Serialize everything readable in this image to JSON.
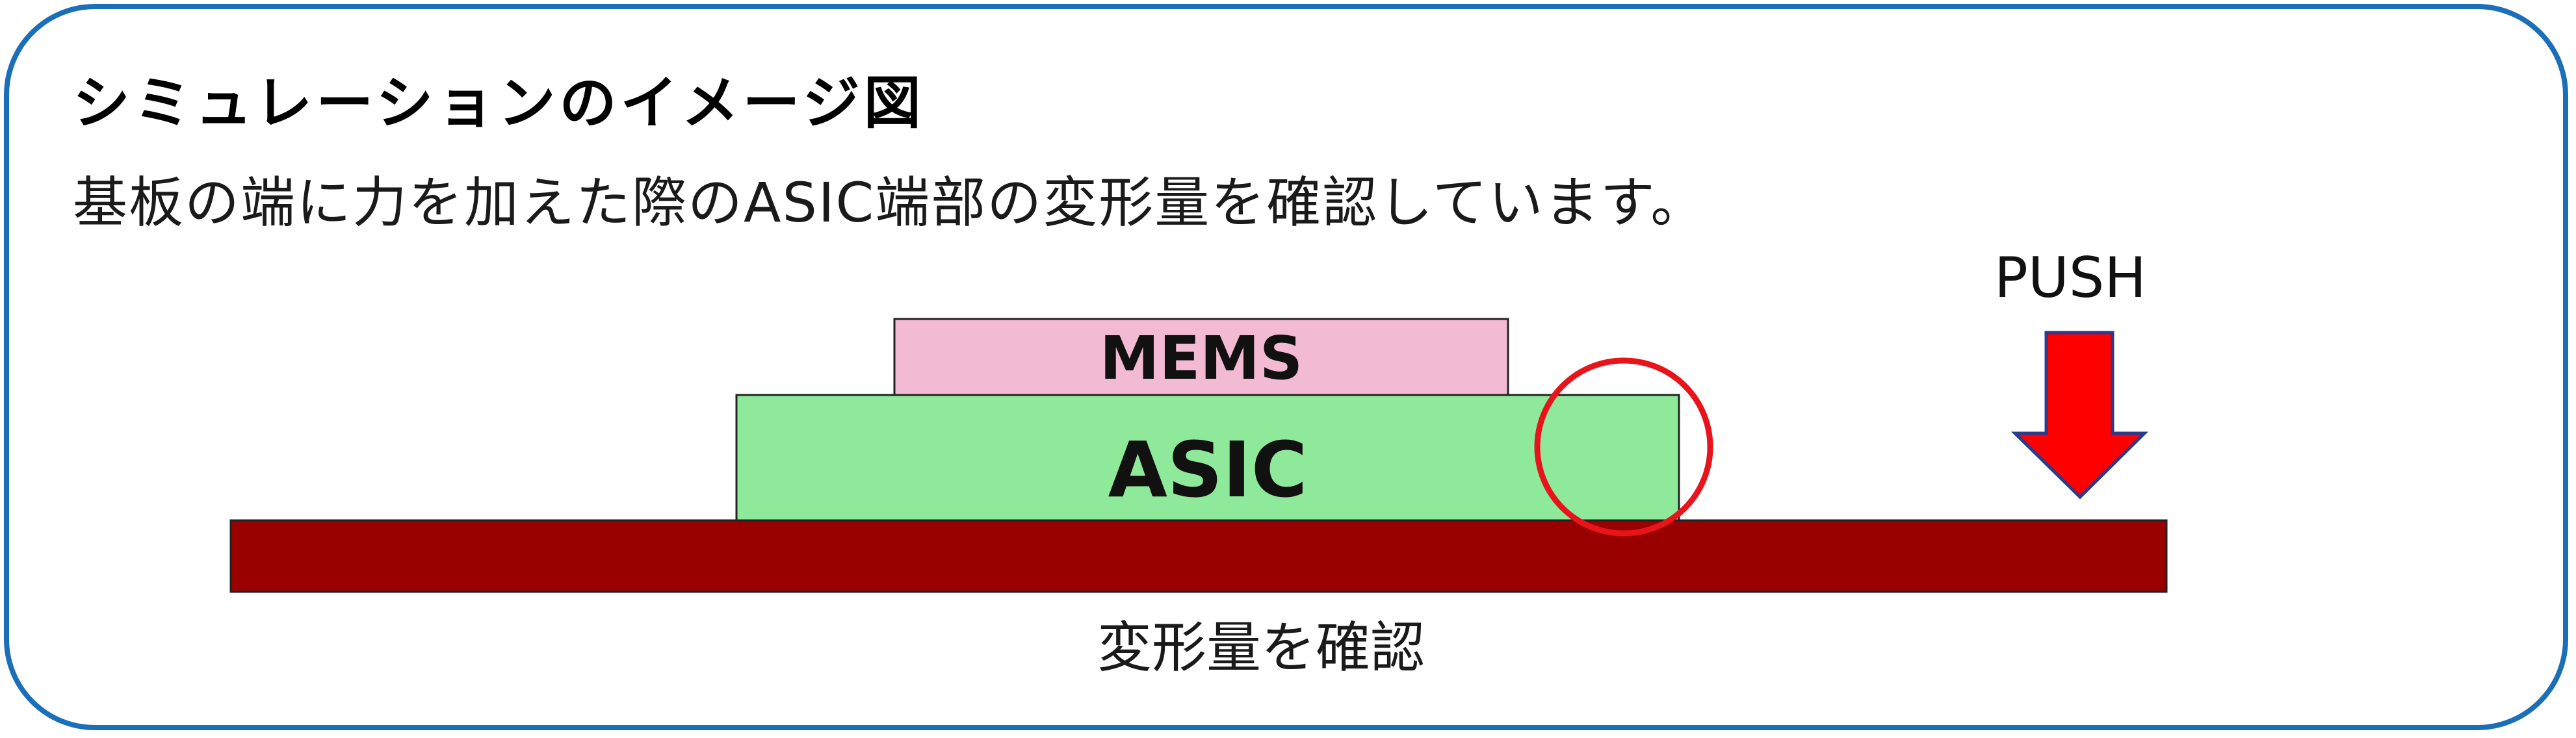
{
  "title": "シミュレーションのイメージ図",
  "description": "基板の端に力を加えた際のASIC端部の変形量を確認しています。",
  "labels": {
    "mems": "MEMS",
    "asic": "ASIC",
    "push": "PUSH",
    "caption": "変形量を確認"
  },
  "colors": {
    "frame_border": "#1b6fb8",
    "substrate": "#990000",
    "asic": "#8ee99a",
    "mems": "#f3bad3",
    "highlight_circle": "#e8141b",
    "push_arrow": "#ff0000",
    "push_arrow_outline": "#2b3a8c"
  },
  "icons": {
    "push_arrow": "arrow-down-icon",
    "highlight": "circle-outline-icon"
  }
}
